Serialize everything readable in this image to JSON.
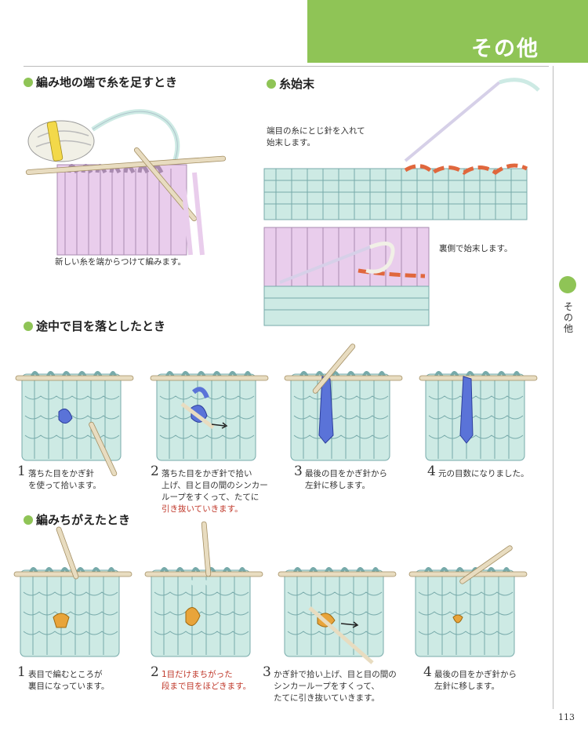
{
  "banner": {
    "title": "その他",
    "color": "#8fc456"
  },
  "side_tab": {
    "label": "そ\nの\n他"
  },
  "page_number": "113",
  "colors": {
    "knit_green": "#cdeae4",
    "knit_pink": "#e9cdec",
    "yarn_blue": "#5a73d8",
    "yarn_orange": "#e8a43a",
    "yarn_red": "#e0673d",
    "needle": "#e8dcc0"
  },
  "sections": {
    "add_yarn": {
      "heading": "編み地の端で糸を足すとき",
      "caption": "新しい糸を端からつけて編みます。"
    },
    "weave_in": {
      "heading": "糸始末",
      "caption_top_1": "端目の糸にとじ針を入れて",
      "caption_top_2": "始末します。",
      "caption_bottom": "裏側で始末します。"
    },
    "dropped": {
      "heading": "途中で目を落としたとき",
      "steps": [
        {
          "num": "1",
          "line1": "落ちた目をかぎ針",
          "line2": "を使って拾います。",
          "line3": "",
          "line4": ""
        },
        {
          "num": "2",
          "line1": "落ちた目をかぎ針で拾い",
          "line2": "上げ、目と目の間のシンカー",
          "line3": "ループをすくって、たてに",
          "line4": "引き抜いていきます。"
        },
        {
          "num": "3",
          "line1": "最後の目をかぎ針から",
          "line2": "左針に移します。",
          "line3": "",
          "line4": ""
        },
        {
          "num": "4",
          "line1": "元の目数になりました。",
          "line2": "",
          "line3": "",
          "line4": ""
        }
      ]
    },
    "mistake": {
      "heading": "編みちがえたとき",
      "steps": [
        {
          "num": "1",
          "line1": "表目で編むところが",
          "line2": "裏目になっています。",
          "line3": ""
        },
        {
          "num": "2",
          "line1": "1目だけまちがった",
          "line2": "段まで目をほどきます。",
          "line3": ""
        },
        {
          "num": "3",
          "line1": "かぎ針で拾い上げ、目と目の間の",
          "line2": "シンカーループをすくって、",
          "line3": "たてに引き抜いていきます。"
        },
        {
          "num": "4",
          "line1": "最後の目をかぎ針から",
          "line2": "左針に移します。",
          "line3": ""
        }
      ]
    }
  }
}
